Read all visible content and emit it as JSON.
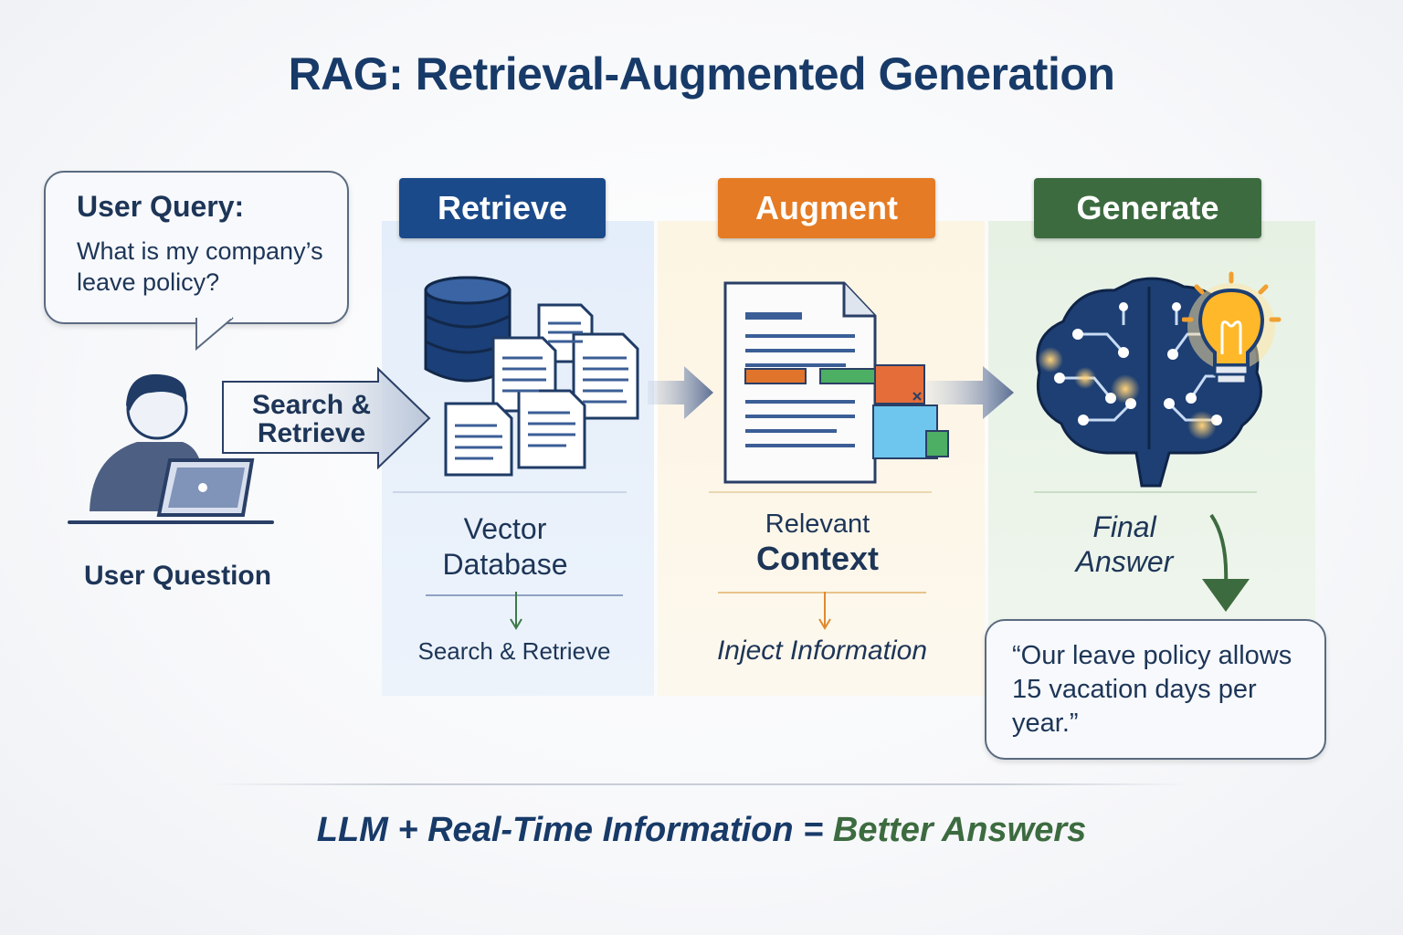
{
  "title": "RAG: Retrieval-Augmented Generation",
  "user": {
    "bubble_title": "User Query:",
    "bubble_text": "What is my company’s leave policy?",
    "label": "User Question",
    "arrow_label_line1": "Search &",
    "arrow_label_line2": "Retrieve"
  },
  "stages": {
    "retrieve": {
      "tab": "Retrieve",
      "caption_line1": "Vector",
      "caption_line2": "Database",
      "sub": "Search & Retrieve"
    },
    "augment": {
      "tab": "Augment",
      "caption_line1": "Relevant",
      "caption_line2": "Context",
      "sub": "Inject Information"
    },
    "generate": {
      "tab": "Generate",
      "caption_line1": "Final",
      "caption_line2": "Answer",
      "answer": "“Our leave policy allows 15 vacation days per year.”"
    }
  },
  "footer": {
    "part1": "LLM + Real-Time Information = ",
    "part2": "Better Answers"
  },
  "colors": {
    "navy": "#173a68",
    "retrieve": "#1b4a8a",
    "augment": "#e57b24",
    "generate": "#3c6b3f"
  }
}
